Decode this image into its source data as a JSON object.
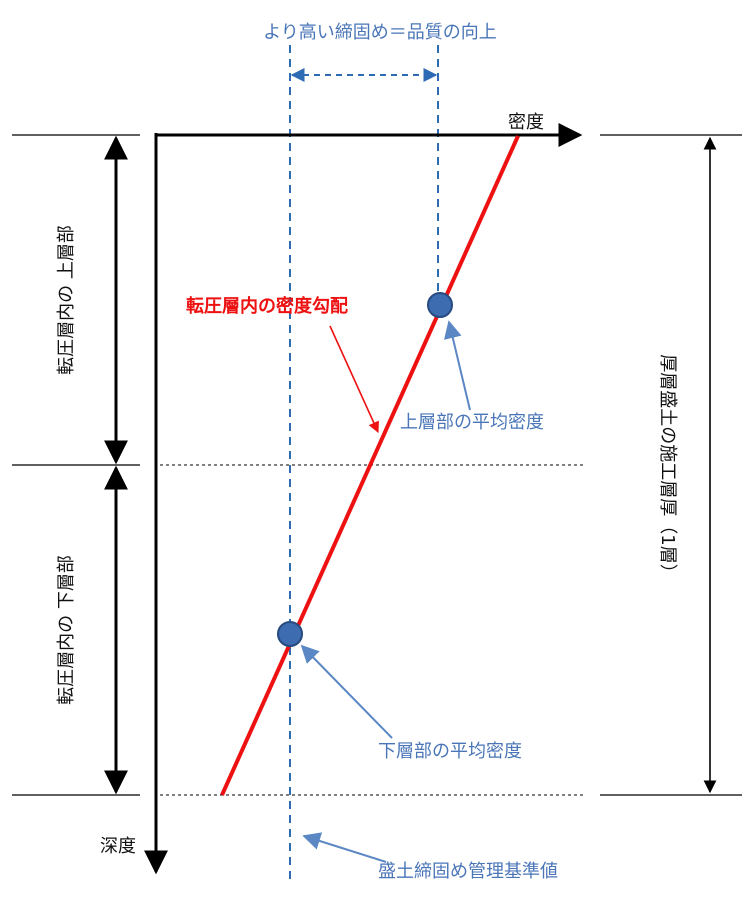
{
  "diagram": {
    "title_top": "より高い締固め＝品質の向上",
    "axis_x_label": "密度",
    "axis_y_label": "深度",
    "left_upper_label": "転圧層内の 上層部",
    "left_lower_label": "転圧層内の 下層部",
    "right_label": "厚層盛土の施工層厚（1層）",
    "gradient_label": "転圧層内の密度勾配",
    "upper_avg_label": "上層部の平均密度",
    "lower_avg_label": "下層部の平均密度",
    "standard_label": "盛土締固め管理基準値",
    "colors": {
      "gradient_line": "#ee1111",
      "guide_blue": "#2e6bb5",
      "label_blue": "#4a76b8",
      "dot_fill": "#3d6cb0",
      "axis": "#000000"
    }
  }
}
